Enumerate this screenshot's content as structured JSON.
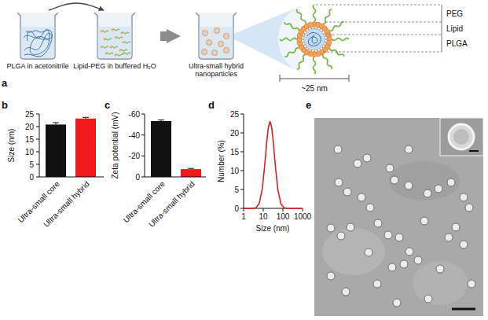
{
  "diagram": {
    "nodes": [
      {
        "text": [
          "PLGA in acetonitrile"
        ]
      },
      {
        "text": [
          "Lipid-PEG in buffered H₂O"
        ]
      },
      {
        "text": [
          "Ultra-small hybrid nanoparticles"
        ]
      }
    ],
    "edges": [
      {
        "from": 0,
        "to": 1,
        "arrow": "to"
      },
      {
        "from": 1,
        "to": 2,
        "arrow": "to"
      }
    ],
    "labels": [
      "a",
      "PEG",
      "Lipid",
      "PLGA",
      "~25 nm",
      "b",
      "c",
      "d",
      "e",
      "Size (nm)",
      "25",
      "20",
      "15",
      "10",
      "5",
      "0",
      "Ultra-small core",
      "Ultra-small hybrid",
      "Zeta potential (mV)",
      "-60",
      "-40",
      "-20",
      "0",
      "Ultra-small core",
      "Ultra-small hybrid",
      "Number (%)",
      "25",
      "20",
      "15",
      "10",
      "5",
      "0",
      "1",
      "10",
      "100",
      "1000",
      "Size (nm)"
    ]
  }
}
